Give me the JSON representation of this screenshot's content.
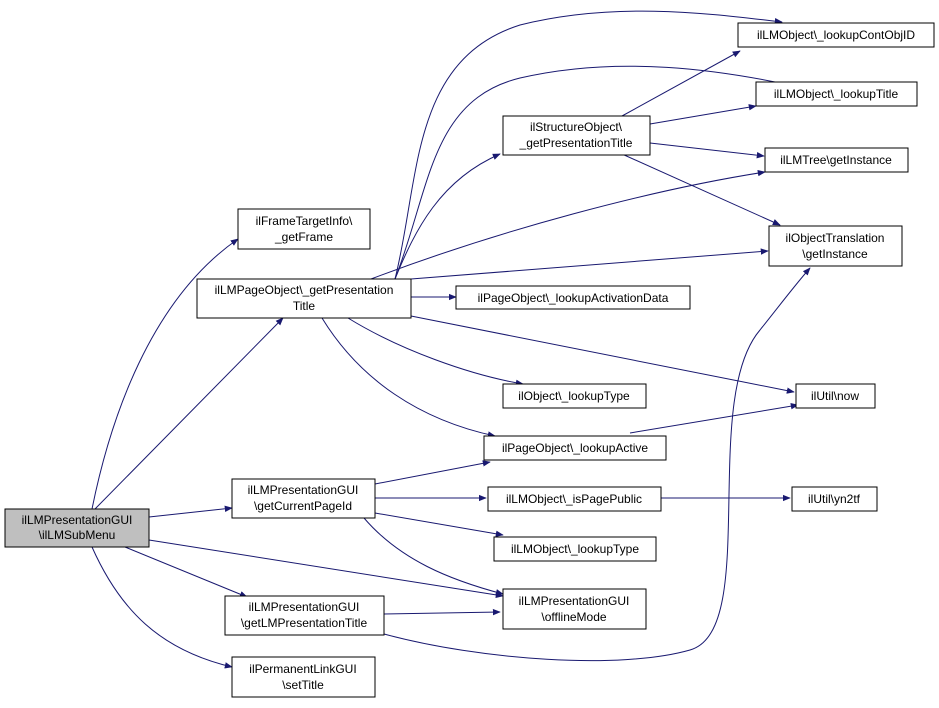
{
  "colors": {
    "edge": "#191970",
    "root_fill": "#bfbfbf",
    "node_fill": "#ffffff",
    "node_border": "#000000"
  },
  "nodes": {
    "root": [
      "ilLMPresentationGUI",
      "\\ilLMSubMenu"
    ],
    "frame_target": [
      "ilFrameTargetInfo\\",
      "_getFrame"
    ],
    "page_title": [
      "ilLMPageObject\\_getPresentation",
      "Title"
    ],
    "current_page": [
      "ilLMPresentationGUI",
      "\\getCurrentPageId"
    ],
    "lm_title": [
      "ilLMPresentationGUI",
      "\\getLMPresentationTitle"
    ],
    "perm_link": [
      "ilPermanentLinkGUI",
      "\\setTitle"
    ],
    "struct_title": [
      "ilStructureObject\\",
      "_getPresentationTitle"
    ],
    "activation": [
      "ilPageObject\\_lookupActivationData"
    ],
    "obj_lookup_type": [
      "ilObject\\_lookupType"
    ],
    "page_active": [
      "ilPageObject\\_lookupActive"
    ],
    "is_public": [
      "ilLMObject\\_isPagePublic"
    ],
    "lm_lookup_type": [
      "ilLMObject\\_lookupType"
    ],
    "offline": [
      "ilLMPresentationGUI",
      "\\offlineMode"
    ],
    "cont_obj": [
      "ilLMObject\\_lookupContObjID"
    ],
    "lm_lookup_title": [
      "ilLMObject\\_lookupTitle"
    ],
    "tree": [
      "ilLMTree\\getInstance"
    ],
    "translation": [
      "ilObjectTranslation",
      "\\getInstance"
    ],
    "now": [
      "ilUtil\\now"
    ],
    "yn2tf": [
      "ilUtil\\yn2tf"
    ]
  }
}
